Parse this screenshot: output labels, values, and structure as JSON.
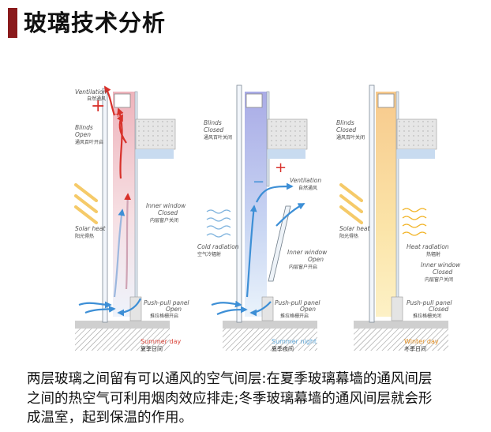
{
  "title": "玻璃技术分析",
  "colors": {
    "accent_bar": "#8a1a1c",
    "summer_day": "#d9453a",
    "summer_night": "#5fa7d8",
    "winter_day": "#e08a1c",
    "cavity_warm": "#f3c9cf",
    "cavity_cool": "#b7b9ec",
    "cavity_winter": "#fbe0a8",
    "airflow_blue": "#3d8fd6",
    "airflow_red": "#d8312b"
  },
  "panels": [
    {
      "season_en": "Summer day",
      "season_cn": "夏季日间",
      "labels": {
        "ventilation_en": "Ventilation",
        "ventilation_cn": "自然通风",
        "blinds_en1": "Blinds",
        "blinds_en2": "Open",
        "blinds_cn": "通风百叶开启",
        "solar_en": "Solar heat",
        "solar_cn": "阳光得热",
        "inner_en1": "Inner window",
        "inner_en2": "Closed",
        "inner_cn": "内层窗户关闭",
        "push_en1": "Push-pull panel",
        "push_en2": "Open",
        "push_cn": "推拉格栅开启"
      }
    },
    {
      "season_en": "Summer night",
      "season_cn": "夏季夜间",
      "labels": {
        "blinds_en1": "Blinds",
        "blinds_en2": "Closed",
        "blinds_cn": "通风百叶关闭",
        "ventilation_en": "Ventilation",
        "ventilation_cn": "自然通风",
        "cold_en": "Cold radiation",
        "cold_cn": "空气冷辐射",
        "inner_en1": "Inner window",
        "inner_en2": "Open",
        "inner_cn": "内层窗户开启",
        "push_en1": "Push-pull panel",
        "push_en2": "Open",
        "push_cn": "推拉格栅开启"
      }
    },
    {
      "season_en": "Winter day",
      "season_cn": "冬季日间",
      "labels": {
        "blinds_en1": "Blinds",
        "blinds_en2": "Closed",
        "blinds_cn": "通风百叶关闭",
        "solar_en": "Solar heat",
        "solar_cn": "阳光得热",
        "heatrad_en": "Heat radiation",
        "heatrad_cn": "热辐射",
        "inner_en1": "Inner window",
        "inner_en2": "Closed",
        "inner_cn": "内层窗户关闭",
        "push_en1": "Push-pull panel",
        "push_en2": "Closed",
        "push_cn": "推拉格栅关闭"
      }
    }
  ],
  "caption_lines": [
    "两层玻璃之间留有可以通风的空气间层:在夏季玻璃幕墙的通风间层",
    "之间的热空气可利用烟肉效应排走;冬季玻璃幕墙的通风间层就会形",
    "成温室，起到保温的作用。"
  ]
}
